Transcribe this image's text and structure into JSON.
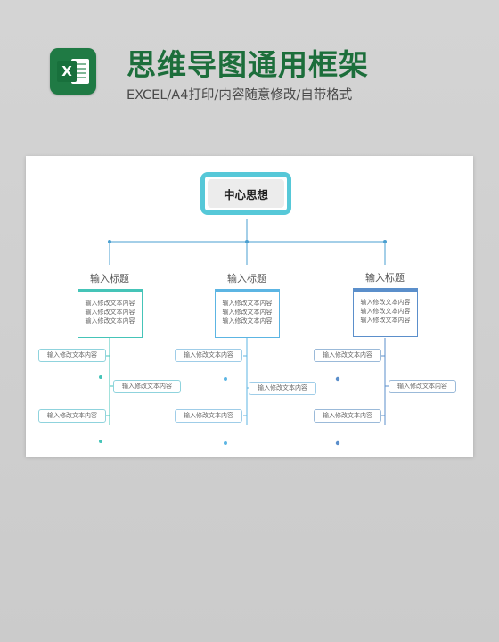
{
  "header": {
    "title": "思维导图通用框架",
    "subtitle": "EXCEL/A4打印/内容随意修改/自带格式",
    "app_icon": "excel-icon",
    "app_icon_letter": "X"
  },
  "diagram": {
    "center_label": "中心思想",
    "colors": {
      "center_border": "#56c8d8",
      "branch1": "#45c4b8",
      "branch2": "#5cb5e3",
      "branch3": "#5b8fcb",
      "connector": "#4a9fd0"
    },
    "branches": [
      {
        "title": "输入标题",
        "box_lines": [
          "输入修改文本内容",
          "输入修改文本内容",
          "输入修改文本内容"
        ],
        "pills": [
          "输入修改文本内容",
          "输入修改文本内容",
          "输入修改文本内容"
        ]
      },
      {
        "title": "输入标题",
        "box_lines": [
          "输入修改文本内容",
          "输入修改文本内容",
          "输入修改文本内容"
        ],
        "pills": [
          "输入修改文本内容",
          "输入修改文本内容",
          "输入修改文本内容"
        ]
      },
      {
        "title": "输入标题",
        "box_lines": [
          "输入修改文本内容",
          "输入修改文本内容",
          "输入修改文本内容"
        ],
        "pills": [
          "输入修改文本内容",
          "输入修改文本内容",
          "输入修改文本内容"
        ]
      }
    ]
  }
}
